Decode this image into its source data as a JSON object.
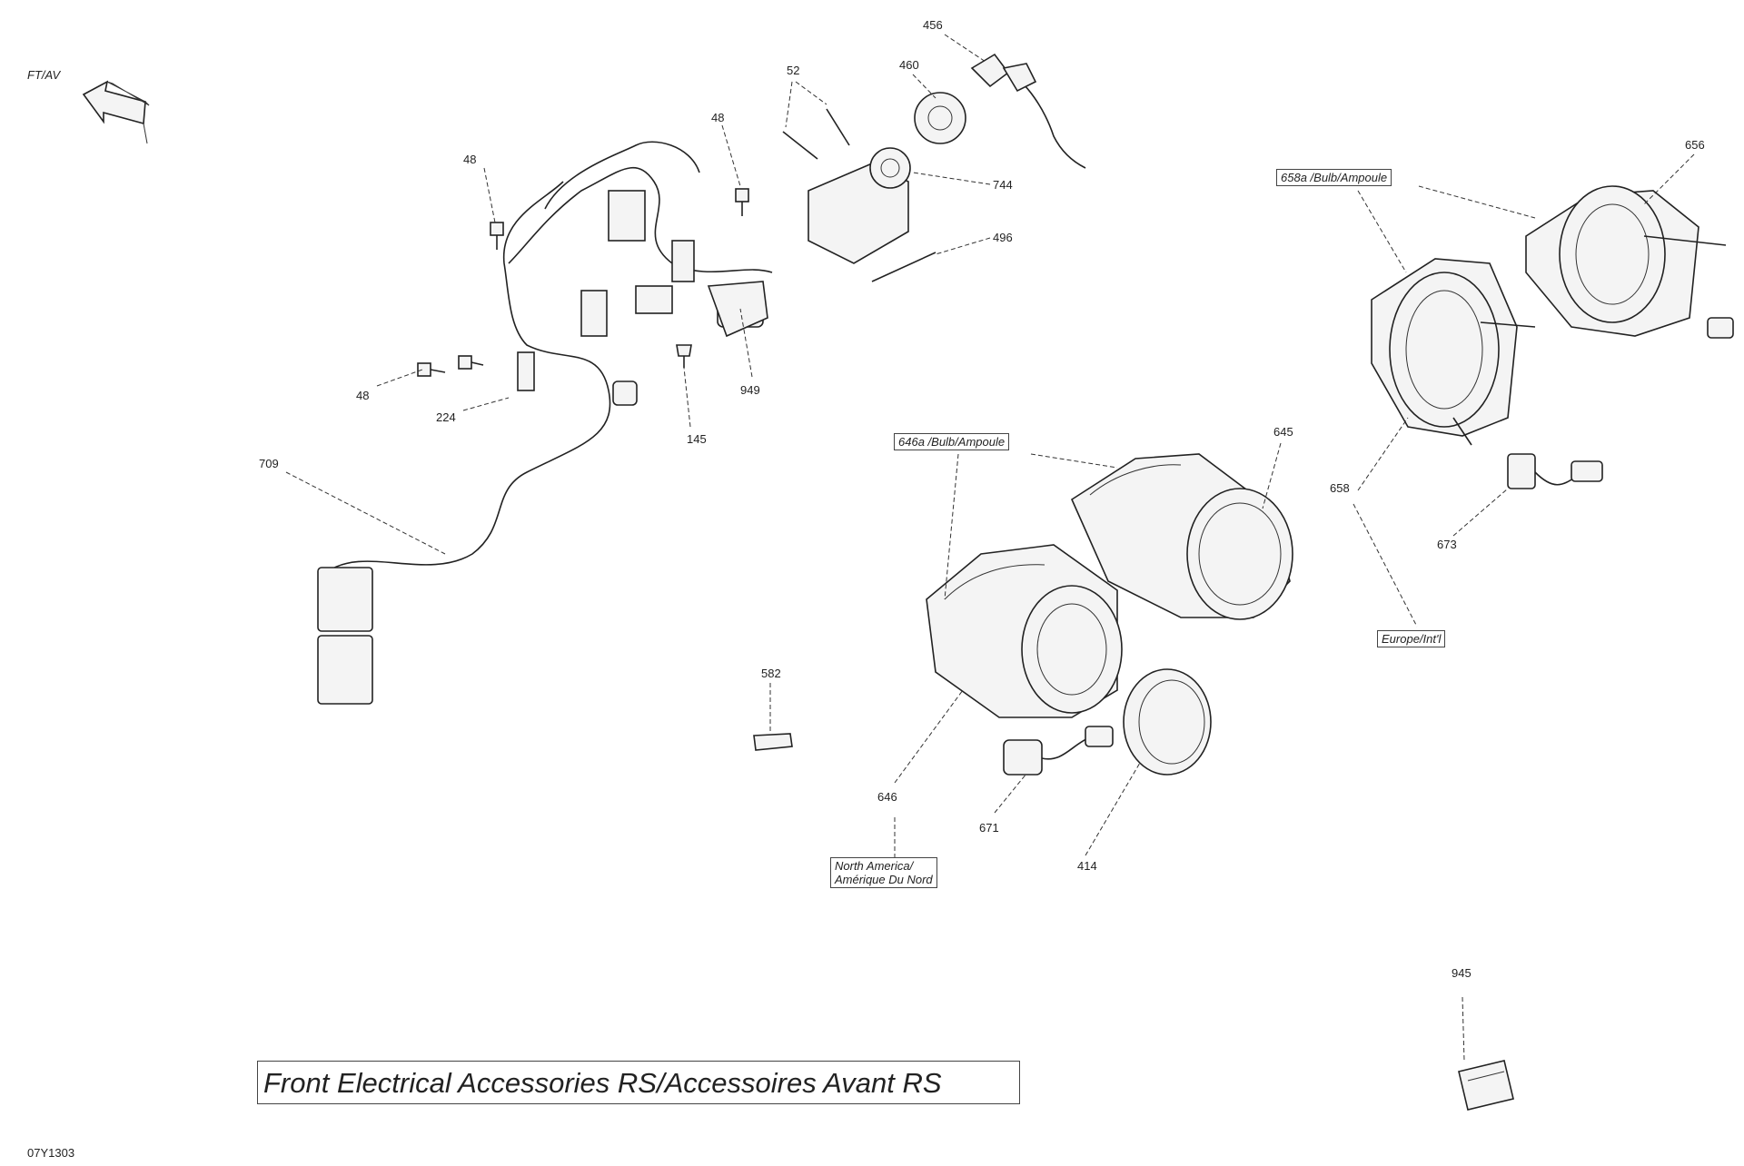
{
  "title": "Front Electrical Accessories RS/Accessoires Avant RS",
  "drawing_code": "07Y1303",
  "direction_label": "FT/AV",
  "icons": [
    "front-direction-arrow-icon"
  ],
  "callouts": {
    "c456": "456",
    "c460": "460",
    "c52": "52",
    "c48a": "48",
    "c48b": "48",
    "c48c": "48",
    "c744": "744",
    "c496": "496",
    "c949": "949",
    "c145": "145",
    "c224": "224",
    "c709": "709",
    "c656": "656",
    "c658": "658",
    "c673": "673",
    "c645": "645",
    "c646": "646",
    "c671": "671",
    "c414": "414",
    "c582": "582",
    "c945": "945"
  },
  "box_labels": {
    "bulb_658a": "658a /Bulb/Ampoule",
    "bulb_646a": "646a /Bulb/Ampoule",
    "europe": "Europe/Int'l",
    "north_america_line1": "North America/",
    "north_america_line2": "Amérique Du Nord"
  }
}
